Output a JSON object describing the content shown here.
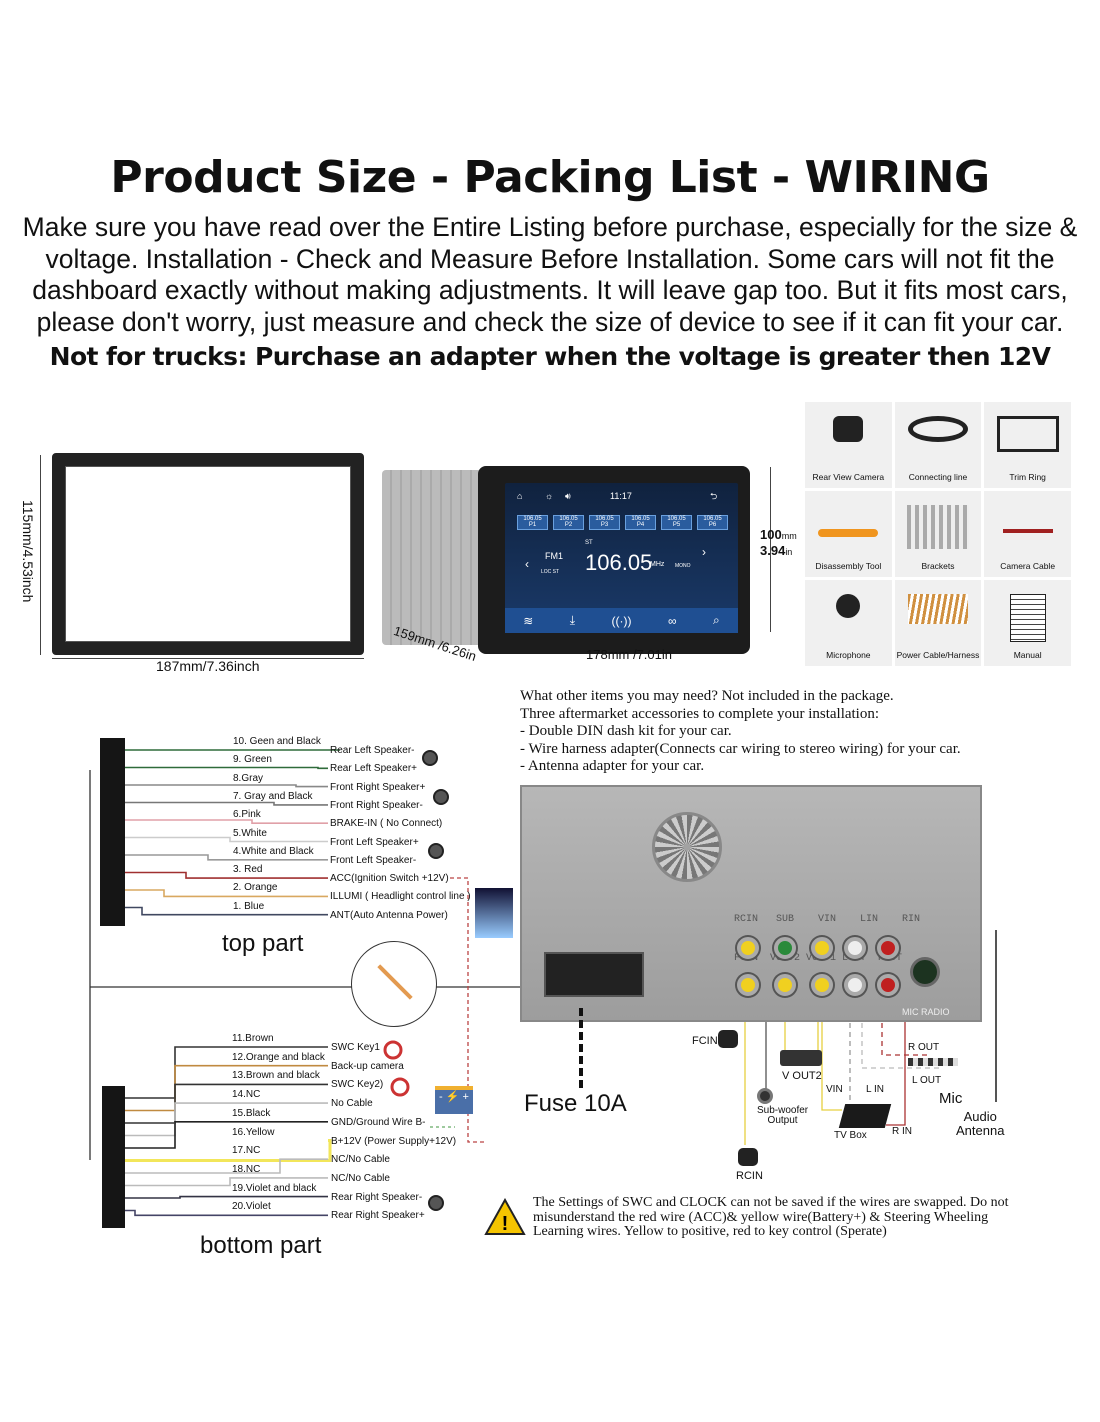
{
  "title": "Product Size - Packing List - WIRING",
  "intro": "Make sure you have read over the Entire Listing before purchase, especially for the size & voltage. Installation - Check and Measure Before Installation. Some cars will not fit the dashboard exactly without making adjustments. It will leave gap too. But it fits most cars, please don't worry, just measure and check the size of device to see if it can fit your car.",
  "warning_12v": "Not for trucks: Purchase an adapter when the voltage is greater then 12V",
  "trim_ring": {
    "height": "115mm/4.53inch",
    "width": "187mm/7.36inch"
  },
  "device": {
    "height_mm": "100",
    "height_mm_unit": "mm",
    "height_in": "3.94",
    "height_in_unit": "in",
    "depth": "159mm /6.26in",
    "width": "178mm /7.01in",
    "screen": {
      "time": "11:17",
      "band": "FM1",
      "st": "ST",
      "loc": "LOC  ST",
      "freq": "106.05",
      "unit": "MHz",
      "mono": "MONO",
      "presets": [
        {
          "f": "106.05",
          "p": "P1"
        },
        {
          "f": "106.05",
          "p": "P2"
        },
        {
          "f": "106.05",
          "p": "P3"
        },
        {
          "f": "106.05",
          "p": "P4"
        },
        {
          "f": "106.05",
          "p": "P5"
        },
        {
          "f": "106.05",
          "p": "P6"
        }
      ]
    }
  },
  "packing_list": [
    "Rear View Camera",
    "Connecting line",
    "Trim Ring",
    "Disassembly Tool",
    "Brackets",
    "Camera Cable",
    "Microphone",
    "Power Cable/Harness",
    "Manual"
  ],
  "info": [
    "What other items you may need? Not included in the package.",
    "Three aftermarket accessories to complete your installation:",
    "- Double DIN dash kit for your car.",
    "- Wire harness adapter(Connects car wiring to stereo wiring) for your car.",
    "- Antenna adapter for your car."
  ],
  "top_part": {
    "label": "top part",
    "wires": [
      {
        "name": "10.  Geen and Black",
        "fn": "Rear Left Speaker-",
        "color": "#2f6b3a"
      },
      {
        "name": "9. Green",
        "fn": "Rear Left Speaker+",
        "color": "#2f6b3a"
      },
      {
        "name": "8.Gray",
        "fn": "Front Right Speaker+",
        "color": "#888888"
      },
      {
        "name": "7. Gray and Black",
        "fn": "Front Right Speaker-",
        "color": "#777777"
      },
      {
        "name": "6.Pink",
        "fn": "BRAKE-IN ( No Connect)",
        "color": "#e0a0a8"
      },
      {
        "name": "5.White",
        "fn": "Front Left Speaker+",
        "color": "#cccccc"
      },
      {
        "name": "4.White and Black",
        "fn": "Front Left Speaker-",
        "color": "#999999"
      },
      {
        "name": "3. Red",
        "fn": "ACC(Ignition Switch +12V)",
        "color": "#a03030"
      },
      {
        "name": "2. Orange",
        "fn": "ILLUMI ( Headlight control line )",
        "color": "#d9a860"
      },
      {
        "name": "1. Blue",
        "fn": "ANT(Auto Antenna Power)",
        "color": "#404860"
      }
    ]
  },
  "bottom_part": {
    "label": "bottom part",
    "wires": [
      {
        "name": "11.Brown",
        "fn": "SWC Key1",
        "color": "#333333"
      },
      {
        "name": "12.Orange and black",
        "fn": "Back-up camera",
        "color": "#c08a40"
      },
      {
        "name": "13.Brown and black",
        "fn": "SWC Key2)",
        "color": "#333333"
      },
      {
        "name": "14.NC",
        "fn": "No Cable",
        "color": "#bbbbbb"
      },
      {
        "name": "15.Black",
        "fn": "GND/Ground Wire B-",
        "color": "#222222"
      },
      {
        "name": "16.Yellow",
        "fn": "B+12V (Power Supply+12V)",
        "color": "#f2e65a"
      },
      {
        "name": "17.NC",
        "fn": "NC/No Cable",
        "color": "#bbbbbb"
      },
      {
        "name": "18.NC",
        "fn": "NC/No Cable",
        "color": "#bbbbbb"
      },
      {
        "name": "19.Violet and black",
        "fn": "Rear Right Speaker-",
        "color": "#333344"
      },
      {
        "name": "20.Violet",
        "fn": "Rear Right Speaker+",
        "color": "#444466"
      }
    ]
  },
  "rear_panel": {
    "row1": "RCIN   SUB    VIN    LIN    RIN",
    "row2": "FCIN  VOUT2 VOUT1 LOUT  ROUT",
    "mic_radio": "MIC  RADIO"
  },
  "fuse": "Fuse 10A",
  "accessories": {
    "fcin": "FCIN",
    "rcin": "RCIN",
    "vout2": "V OUT2",
    "sub1": "Sub-woofer",
    "sub2": "Output",
    "vin": "VIN",
    "tvbox": "TV Box",
    "lin": "L IN",
    "rin": "R IN",
    "rout": "R OUT",
    "lout": "L OUT",
    "mic": "Mic",
    "ant1": "Audio",
    "ant2": "Antenna"
  },
  "caution": "The Settings of SWC and CLOCK can not be saved if the wires are swapped. Do not misunderstand the red wire (ACC)& yellow wire(Battery+) & Steering Wheeling Learning wires. Yellow to positive, red to key control (Sperate)"
}
